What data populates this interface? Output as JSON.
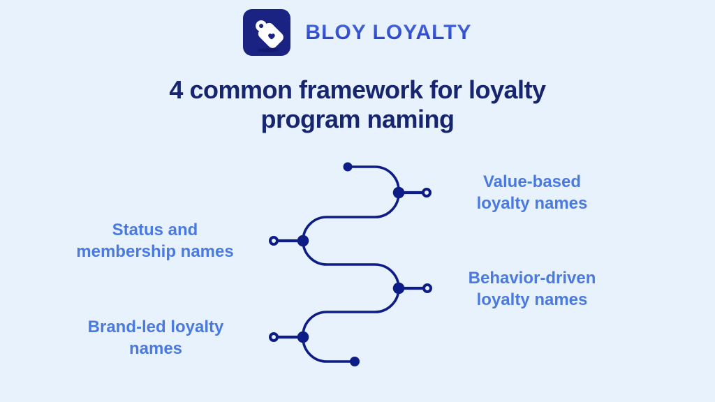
{
  "brand": {
    "name": "BLOY LOYALTY",
    "logo_icon": "price-tag-heart-icon"
  },
  "title": {
    "text": "4 common framework for loyalty program naming"
  },
  "diagram": {
    "type": "serpentine-flow",
    "items": [
      {
        "label": "Value-based loyalty names",
        "side": "right"
      },
      {
        "label": "Status and membership names",
        "side": "left"
      },
      {
        "label": "Behavior-driven loyalty names",
        "side": "right"
      },
      {
        "label": "Brand-led loyalty names",
        "side": "left"
      }
    ]
  },
  "colors": {
    "background": "#e7f2fd",
    "line_navy": "#0e1d86",
    "title_navy": "#17256f",
    "label_blue": "#4a79e0",
    "logo_background": "#1a2382",
    "brand_text_blue": "#2e49d2"
  }
}
